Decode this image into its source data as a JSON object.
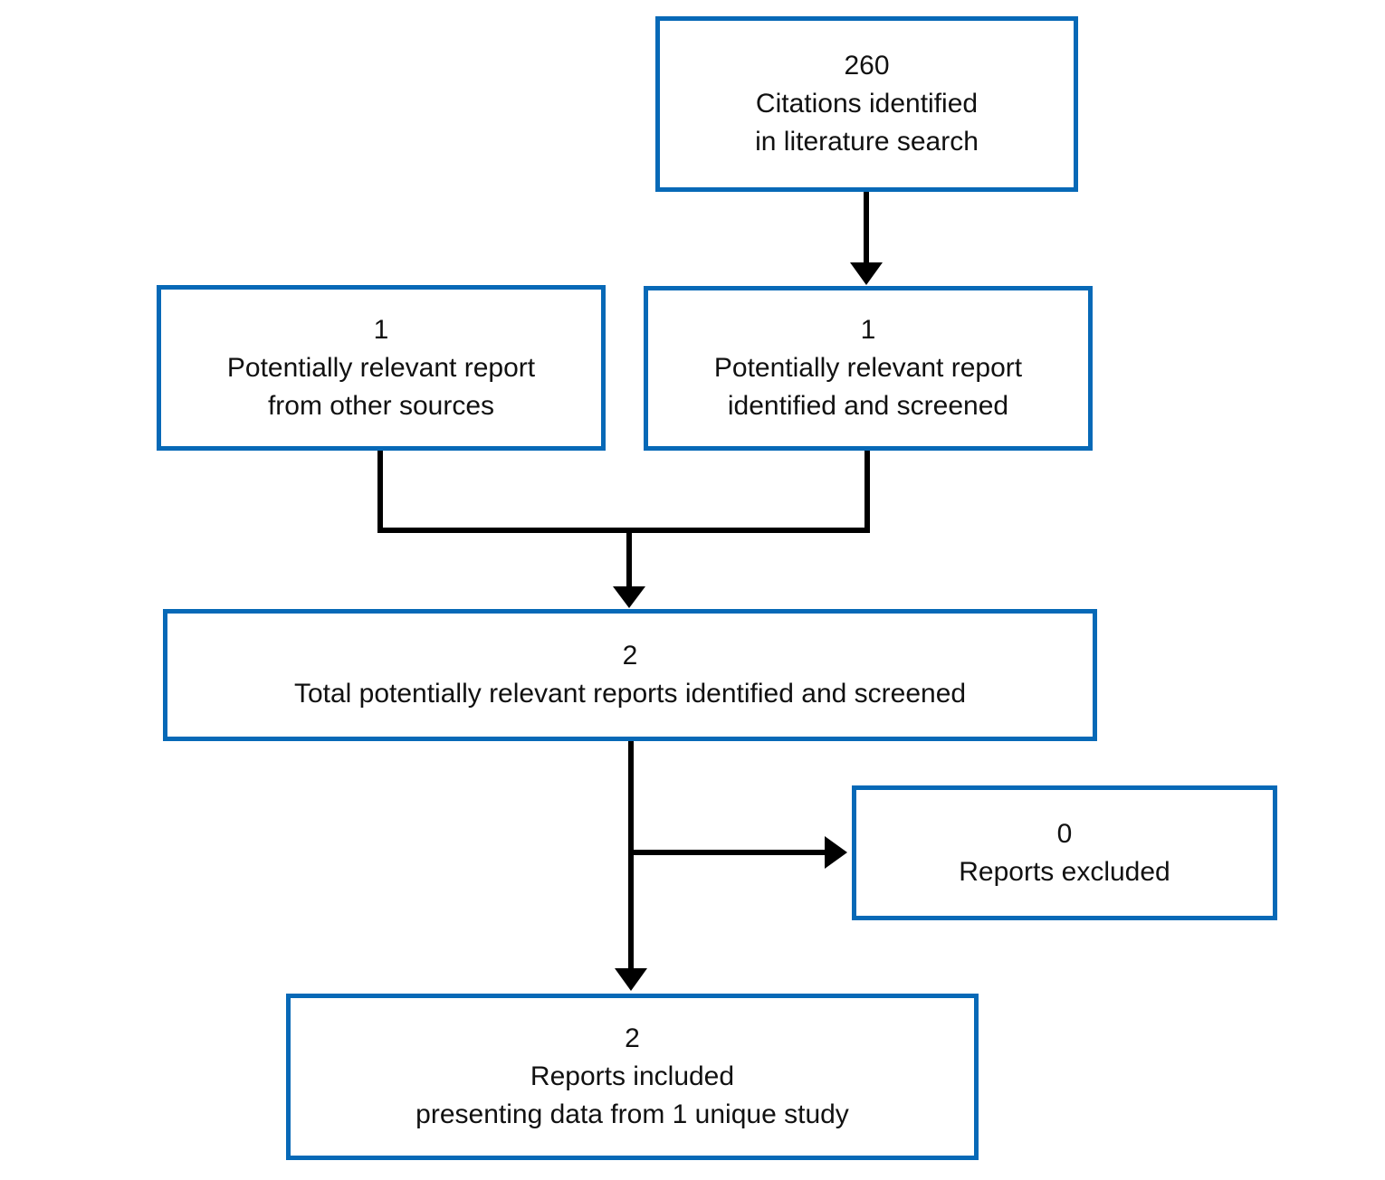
{
  "colors": {
    "box_border": "#0769b7",
    "connector": "#000000",
    "text": "#111111",
    "background": "#ffffff"
  },
  "boxes": {
    "citations": {
      "count": "260",
      "line1": "Citations identified",
      "line2": "in literature search"
    },
    "other_sources": {
      "count": "1",
      "line1": "Potentially relevant report",
      "line2": "from other sources"
    },
    "screened": {
      "count": "1",
      "line1": "Potentially relevant report",
      "line2": "identified and screened"
    },
    "total": {
      "count": "2",
      "line1": "Total potentially relevant reports identified and screened"
    },
    "excluded": {
      "count": "0",
      "line1": "Reports excluded"
    },
    "included": {
      "count": "2",
      "line1": "Reports included",
      "line2": "presenting data from 1 unique study"
    }
  }
}
